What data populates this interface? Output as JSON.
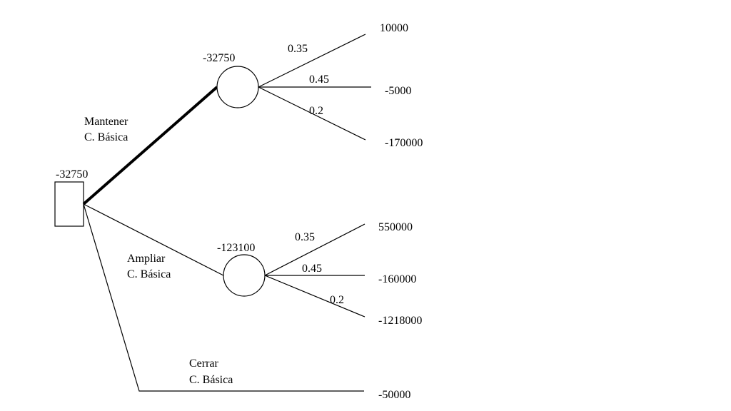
{
  "decision": {
    "value": "-32750",
    "options": [
      {
        "label_line1": "Mantener",
        "label_line2": "C. Básica",
        "chosen": true,
        "chance": {
          "value": "-32750",
          "outcomes": [
            {
              "prob": "0.35",
              "payoff": "10000"
            },
            {
              "prob": "0.45",
              "payoff": "-5000"
            },
            {
              "prob": "0.2",
              "payoff": "-170000"
            }
          ]
        }
      },
      {
        "label_line1": "Ampliar",
        "label_line2": "C. Básica",
        "chosen": false,
        "chance": {
          "value": "-123100",
          "outcomes": [
            {
              "prob": "0.35",
              "payoff": "550000"
            },
            {
              "prob": "0.45",
              "payoff": "-160000"
            },
            {
              "prob": "0.2",
              "payoff": "-1218000"
            }
          ]
        }
      },
      {
        "label_line1": "Cerrar",
        "label_line2": "C. Básica",
        "chosen": false,
        "payoff": "-50000"
      }
    ]
  }
}
